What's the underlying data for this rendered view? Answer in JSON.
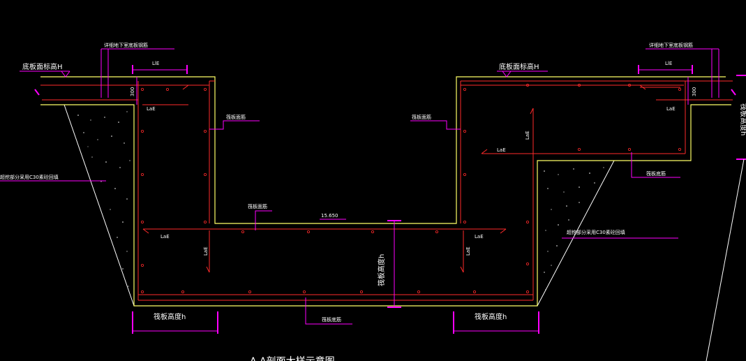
{
  "drawing": {
    "title": "A-A剖面大样示意图",
    "labels": {
      "top_elev_left": "底板面标高H",
      "top_elev_right": "底板面标高H",
      "detail_left": "详细地下室底板钢筋",
      "detail_right": "详细地下室底板钢筋",
      "lle_left": "LlE",
      "lle_right": "LlE",
      "dim_300_left": "300",
      "dim_300_right": "300",
      "lae_tl": "LaE",
      "lae_tr": "LaE",
      "lae_ml": "LaE",
      "lae_mr": "LaE",
      "lae_v1": "LaE",
      "lae_v2": "LaE",
      "lae_v3": "LaE",
      "lae_r2": "LaE",
      "top_bar_left": "筏板面筋",
      "top_bar_right": "筏板面筋",
      "top_bar_mid": "筏板面筋",
      "bottom_bar_right": "筏板底筋",
      "bottom_bar_mid": "筏板底筋",
      "fill_left": "超挖部分采用C30素砼回填",
      "fill_right": "超挖部分采用C30素砼回填",
      "elev_mid": "15.650",
      "height_mid": "筏板高度h",
      "height_left": "筏板高度h",
      "height_right": "筏板高度h",
      "height_edge": "筏板高度h"
    }
  },
  "colors": {
    "outline": "#ffff66",
    "rebar": "#ff2a2a",
    "dimension": "#ff00ff",
    "background": "#000000",
    "text": "#ffffff"
  }
}
